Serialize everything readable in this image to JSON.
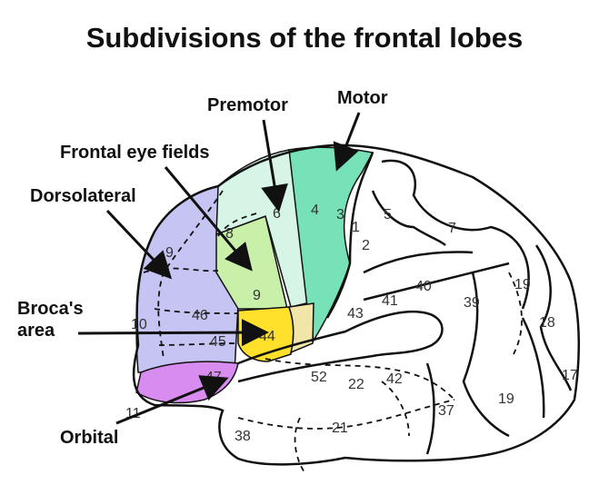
{
  "title": "Subdivisions of the frontal lobes",
  "labels": {
    "premotor": "Premotor",
    "motor": "Motor",
    "frontal_eye_fields": "Frontal eye fields",
    "dorsolateral": "Dorsolateral",
    "brocas_area": "Broca's\narea",
    "orbital": "Orbital"
  },
  "colors": {
    "dorsolateral": "#c6c4f2",
    "frontal_eye_fields": "#c9f0a9",
    "premotor": "#d6f5e6",
    "motor": "#77e2b7",
    "brocas_area": "#ffe12b",
    "brocas_margin": "#f1e5a7",
    "orbital": "#d98cf0",
    "outline": "#111111"
  },
  "areas": {
    "a1": "1",
    "a2": "2",
    "a3": "3",
    "a4": "4",
    "a5": "5",
    "a6": "6",
    "a7": "7",
    "a8": "8",
    "a9_upper": "9",
    "a9_lower": "9",
    "a10": "10",
    "a11": "11",
    "a17": "17",
    "a18": "18",
    "a19_upper": "19",
    "a19_lower": "19",
    "a21": "21",
    "a22": "22",
    "a37": "37",
    "a38": "38",
    "a39": "39",
    "a40": "40",
    "a41": "41",
    "a42": "42",
    "a43": "43",
    "a44": "44",
    "a45": "45",
    "a46": "46",
    "a47": "47",
    "a52": "52"
  }
}
